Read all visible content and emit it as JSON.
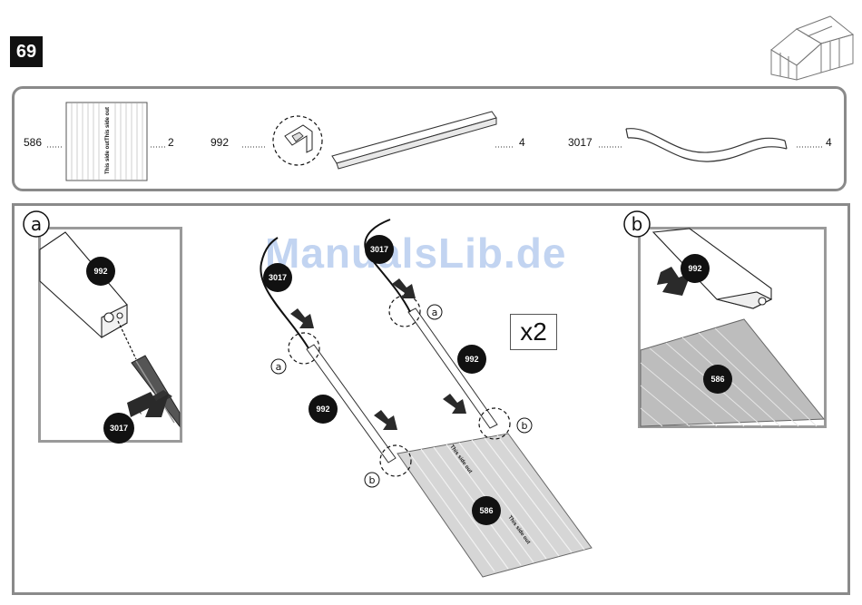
{
  "step": {
    "number": "69"
  },
  "parts": [
    {
      "code": "586",
      "qty": "2",
      "print": "This side out"
    },
    {
      "code": "992",
      "qty": "4"
    },
    {
      "code": "3017",
      "qty": "4"
    }
  ],
  "callouts": {
    "a": {
      "letter": "a",
      "tag_top": "992",
      "tag_bottom": "3017"
    },
    "b": {
      "letter": "b",
      "tag_top": "992",
      "tag_bottom": "586"
    }
  },
  "main": {
    "multiplier": "x2",
    "tags": {
      "left_3017": "3017",
      "right_3017": "3017",
      "left_992": "992",
      "right_992": "992",
      "panel_586": "586"
    },
    "markers": {
      "a": "a",
      "b": "b"
    },
    "panel_print": "This side out"
  },
  "watermark": "ManualsLib.de"
}
